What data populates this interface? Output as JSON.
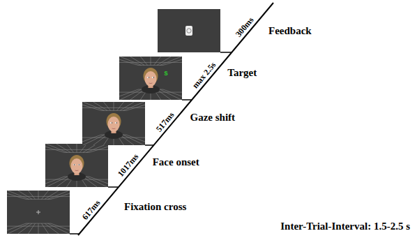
{
  "diagram": {
    "labels": [
      "Feedback",
      "300ms",
      "Target",
      "s",
      "max 2.5s",
      "Gaze shift",
      "517ms",
      "Face onset",
      "1017ms",
      "Fixation cross",
      "617ms",
      "Inter-Trial-Interval: 1.5-2.5 s"
    ]
  }
}
